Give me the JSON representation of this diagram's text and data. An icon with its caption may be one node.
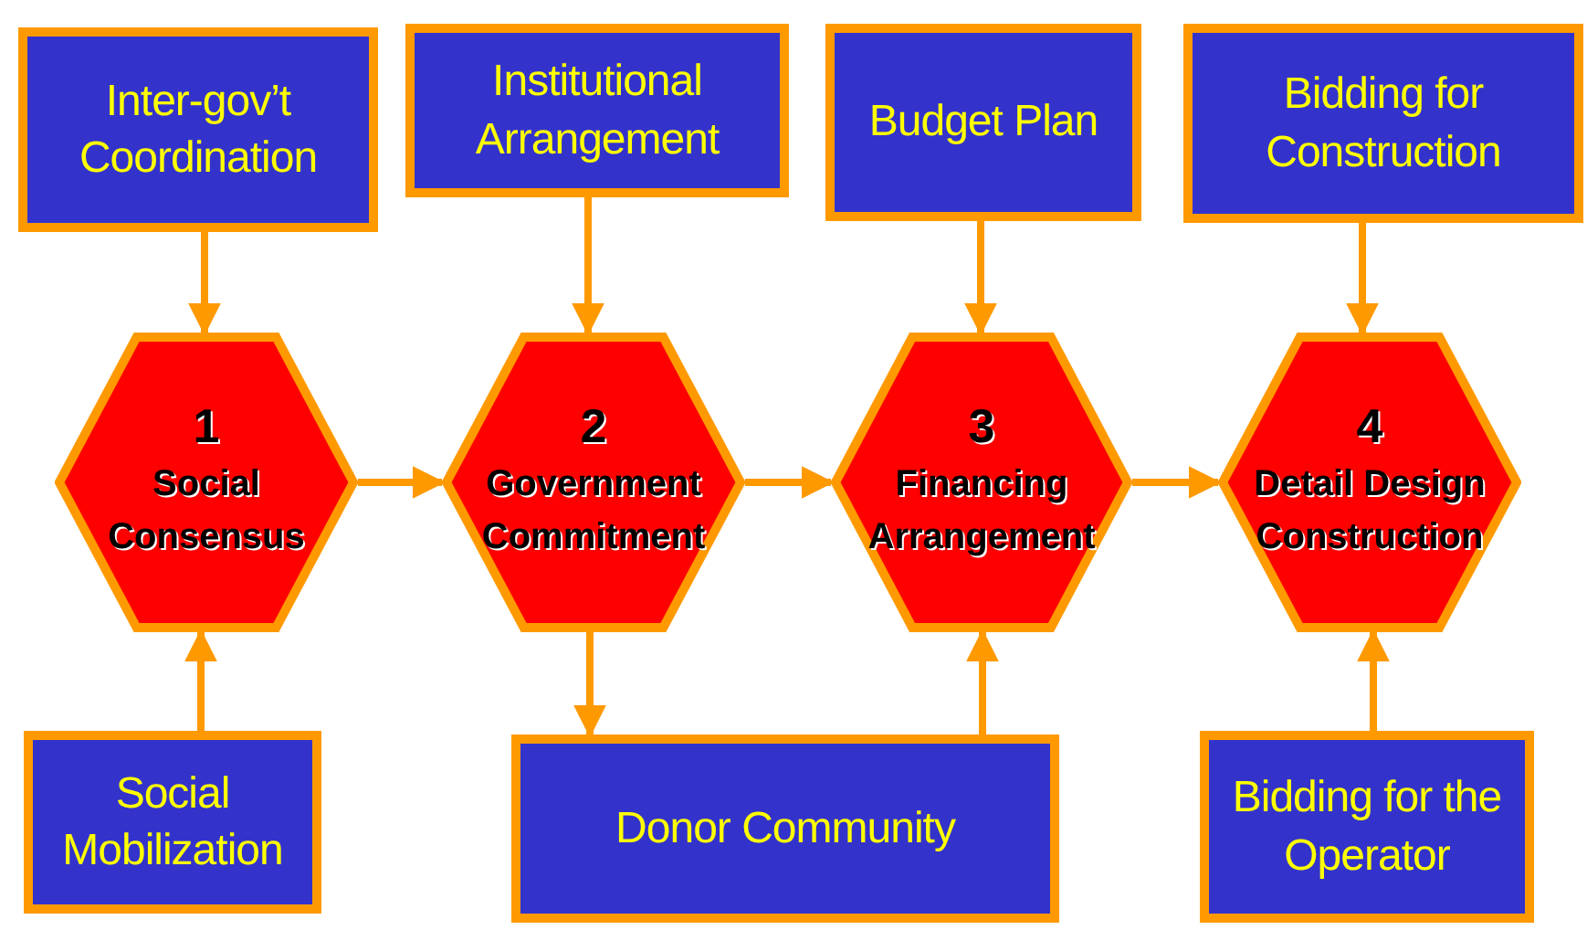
{
  "diagram": {
    "nodes": [
      {
        "text": [
          "Inter-gov’t Coordination"
        ]
      },
      {
        "text": [
          "Institutional Arrangement"
        ]
      },
      {
        "text": [
          "Budget Plan"
        ]
      },
      {
        "text": [
          "Bidding for Construction"
        ]
      },
      {
        "text": [
          "1",
          "Social Consensus"
        ]
      },
      {
        "text": [
          "2",
          "Government Commitment"
        ]
      },
      {
        "text": [
          "3",
          "Financing Arrangement"
        ]
      },
      {
        "text": [
          "4",
          "Detail Design Construction"
        ]
      },
      {
        "text": [
          "Social Mobilization"
        ]
      },
      {
        "text": [
          "Donor Community"
        ]
      },
      {
        "text": [
          "Bidding for the Operator"
        ]
      }
    ],
    "edges": [
      {
        "from": 0,
        "to": 4,
        "arrow": "to"
      },
      {
        "from": 1,
        "to": 5,
        "arrow": "to"
      },
      {
        "from": 2,
        "to": 6,
        "arrow": "to"
      },
      {
        "from": 3,
        "to": 7,
        "arrow": "to"
      },
      {
        "from": 4,
        "to": 5,
        "arrow": "to"
      },
      {
        "from": 5,
        "to": 6,
        "arrow": "to"
      },
      {
        "from": 6,
        "to": 7,
        "arrow": "to"
      },
      {
        "from": 8,
        "to": 4,
        "arrow": "to"
      },
      {
        "from": 5,
        "to": 9,
        "arrow": "to"
      },
      {
        "from": 9,
        "to": 6,
        "arrow": "to"
      },
      {
        "from": 10,
        "to": 7,
        "arrow": "to"
      }
    ]
  }
}
